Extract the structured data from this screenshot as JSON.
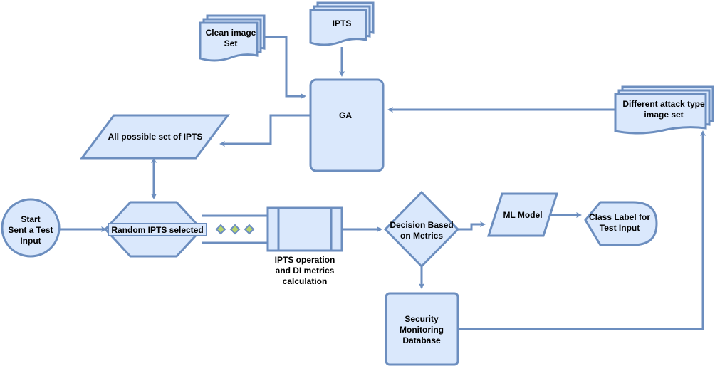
{
  "colors": {
    "fill": "#dae8fc",
    "stroke": "#6c8ebf",
    "diamond_fill": "#b7d46a"
  },
  "nodes": {
    "clean_image_set": {
      "line1": "Clean image",
      "line2": "Set"
    },
    "ipts": {
      "label": "IPTS"
    },
    "ga": {
      "label": "GA"
    },
    "attack_set": {
      "line1": "Different attack type",
      "line2": "image set"
    },
    "all_ipts": {
      "label": "All possible set of IPTS"
    },
    "start": {
      "line1": "Start",
      "line2": "Sent a Test",
      "line3": "Input"
    },
    "random_ipts": {
      "label": "Random IPTS selected"
    },
    "ipts_operation": {
      "line1": "IPTS operation",
      "line2": "and DI metrics",
      "line3": "calculation"
    },
    "decision": {
      "line1": "Decision Based",
      "line2": "on Metrics"
    },
    "ml_model": {
      "label": "ML Model"
    },
    "class_label": {
      "line1": "Class Label for",
      "line2": "Test Input"
    },
    "security_db": {
      "line1": "Security",
      "line2": "Monitoring",
      "line3": "Database"
    }
  }
}
